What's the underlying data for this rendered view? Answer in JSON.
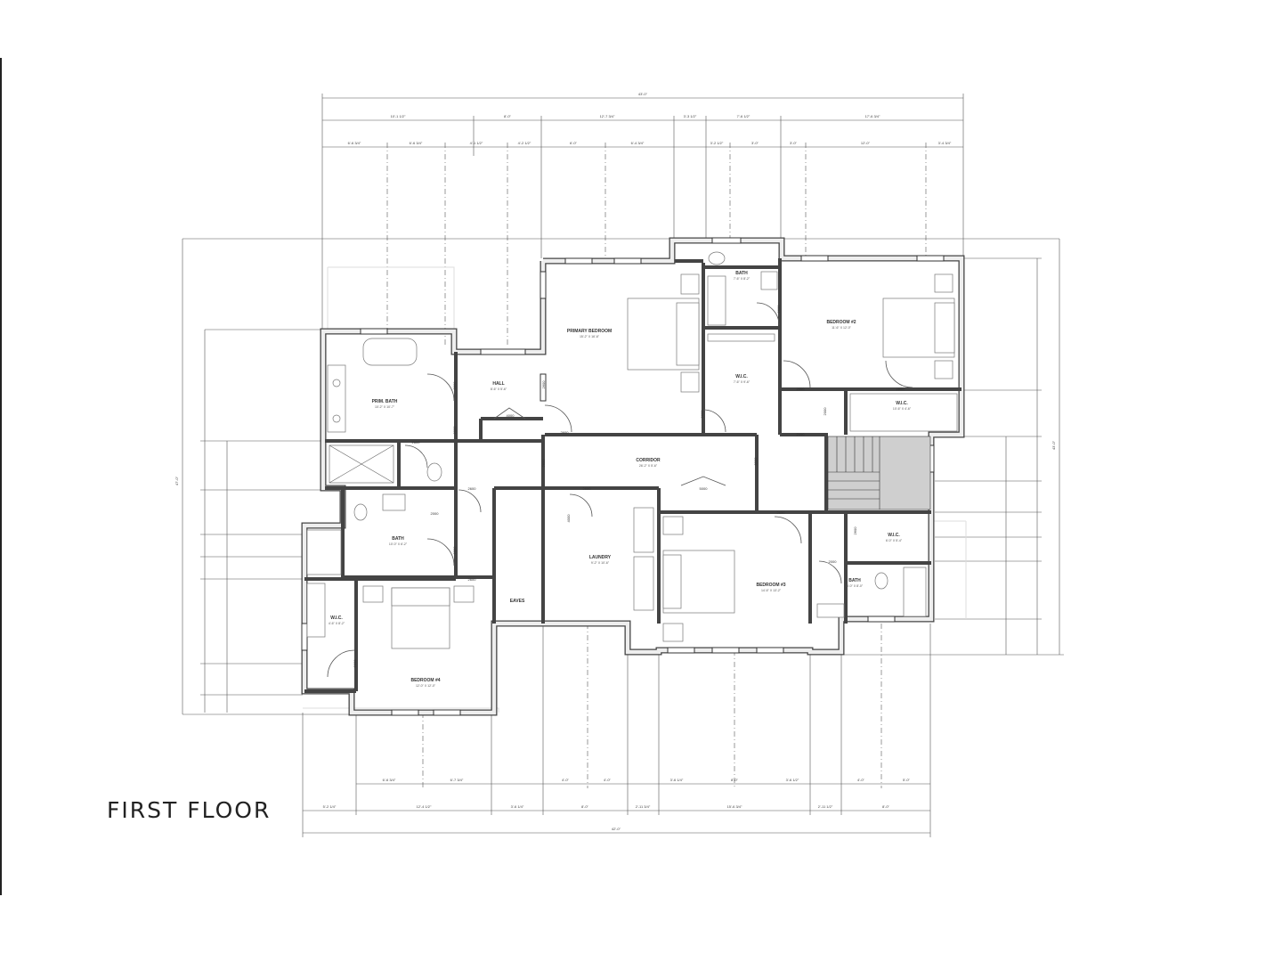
{
  "sheet": {
    "title": "FIRST FLOOR"
  },
  "rooms": {
    "primary_bedroom": {
      "name": "PRIMARY BEDROOM",
      "size": "15'-2\" X 16'-6\""
    },
    "bedroom2": {
      "name": "BEDROOM #2",
      "size": "11'-6\" X 12'-0\""
    },
    "bath_top": {
      "name": "BATH",
      "size": "7'-6\" X 8'-2\""
    },
    "wic_primary": {
      "name": "W.I.C.",
      "size": "7'-6\" X 9'-6\""
    },
    "wic_bed2": {
      "name": "W.I.C.",
      "size": "10'-6\" X 4'-6\""
    },
    "hall": {
      "name": "HALL",
      "size": "8'-6\" X 5'-6\""
    },
    "prim_bath": {
      "name": "PRIM. BATH",
      "size": "10'-2\" X 10'-7\""
    },
    "corridor": {
      "name": "CORRIDOR",
      "size": "26'-2\" X 5'-6\""
    },
    "bath_left": {
      "name": "BATH",
      "size": "10'-0\" X 6'-2\""
    },
    "laundry": {
      "name": "LAUNDRY",
      "size": "9'-2\" X 10'-6\""
    },
    "bedroom3": {
      "name": "BEDROOM #3",
      "size": "14'-6\" X 13'-2\""
    },
    "wic_bed3": {
      "name": "W.I.C.",
      "size": "6'-0\" X 5'-4\""
    },
    "bath_right": {
      "name": "BATH",
      "size": "8'-0\" X 8'-0\""
    },
    "wic_bed4": {
      "name": "W.I.C.",
      "size": "4'-6\" X 8'-2\""
    },
    "bedroom4": {
      "name": "BEDROOM #4",
      "size": "12'-0\" X 12'-0\""
    },
    "eaves": {
      "name": "EAVES",
      "size": ""
    }
  },
  "door_tags": {
    "d2600": "2600",
    "d2800": "2800",
    "d2000": "2000",
    "d4000": "4000",
    "d5000": "5000",
    "d3000": "3000"
  },
  "dimensions": {
    "top_overall": "43'-0\"",
    "top_row1": [
      "10'-1 1/2\"",
      "8'-0\"",
      "12'-7 3/4\"",
      "3'-3 1/2\"",
      "7'-6 1/2\"",
      "17'-6 3/4\""
    ],
    "top_row2": [
      "6'-6 3/4\"",
      "6'-6 3/4\"",
      "4'-1 1/2\"",
      "4'-2 1/2\"",
      "6'-0\"",
      "6'-4 3/4\"",
      "3'-2 1/2\"",
      "3'-0\"",
      "3'-0\"",
      "12'-0\"",
      "3'-4 3/4\""
    ],
    "bottom_overall": "42'-0\"",
    "bottom_row1": [
      "6'-6 3/4\"",
      "6'-7 3/4\"",
      "4'-0\"",
      "4'-0\"",
      "3'-6 1/4\"",
      "8'-0\"",
      "3'-6 1/2\"",
      "4'-0\"",
      "5'-0\""
    ],
    "bottom_row2": [
      "5'-2 1/4\"",
      "12'-4 1/2\"",
      "3'-6 1/4\"",
      "8'-0\"",
      "2'-11 3/4\"",
      "15'-6 3/4\"",
      "2'-11 1/2\"",
      "8'-0\""
    ],
    "left_overall": "47'-0\"",
    "right_overall": "43'-0\""
  }
}
